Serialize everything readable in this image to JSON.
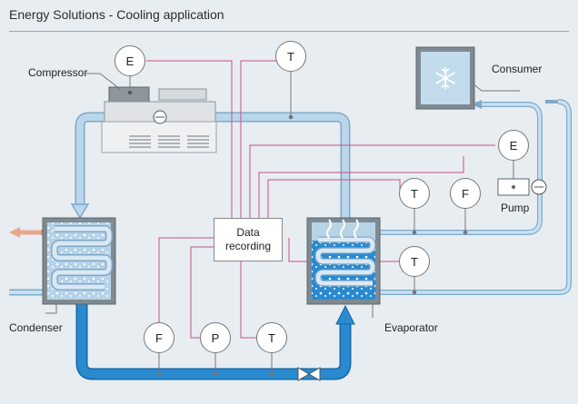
{
  "header": {
    "title": "Energy Solutions - Cooling application"
  },
  "components": {
    "compressor": "Compressor",
    "consumer": "Consumer",
    "pump": "Pump",
    "condenser": "Condenser",
    "evaporator": "Evaporator"
  },
  "data_recording": {
    "line1": "Data",
    "line2": "recording"
  },
  "sensors": {
    "top_e": "E",
    "top_t": "T",
    "pump_e": "E",
    "right_t1": "T",
    "right_f": "F",
    "evap_t": "T",
    "bottom_f": "F",
    "bottom_p": "P",
    "bottom_t": "T"
  },
  "colors": {
    "pipe_light": "#a9cbe3",
    "pipe_dark": "#1f86c9",
    "signal_line": "#c8508c",
    "background": "#e8edf2",
    "hot_arrow": "#e8a78a"
  },
  "icons": {
    "consumer": "snowflake-icon",
    "valve": "valve-icon"
  }
}
